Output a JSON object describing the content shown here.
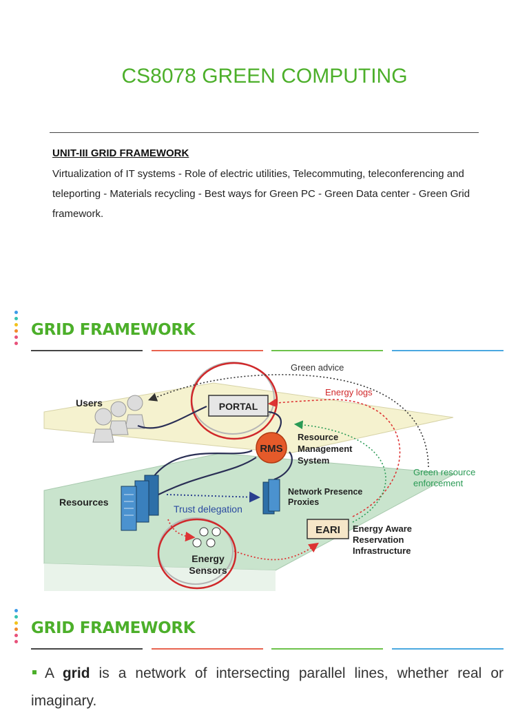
{
  "header": {
    "title": "CS8078 GREEN COMPUTING",
    "unit_heading": "UNIT-III GRID FRAMEWORK",
    "unit_body": "Virtualization of IT systems - Role of electric utilities, Telecommuting, teleconferencing and teleporting - Materials recycling - Best ways for Green PC - Green Data center - Green Grid framework."
  },
  "slide1": {
    "title": "GRID FRAMEWORK",
    "diagram": {
      "users": "Users",
      "portal": "PORTAL",
      "green_advice": "Green advice",
      "energy_logs": "Energy logs",
      "rms": "RMS",
      "rms_line1": "Resource",
      "rms_line2": "Management",
      "rms_line3": "System",
      "green_resource_1": "Green resource",
      "green_resource_2": "enforcement",
      "resources": "Resources",
      "npp_line1": "Network Presence",
      "npp_line2": "Proxies",
      "trust_delegation": "Trust delegation",
      "eari": "EARI",
      "eari_line1": "Energy Aware",
      "eari_line2": "Reservation",
      "eari_line3": "Infrastructure",
      "sensors_line1": "Energy",
      "sensors_line2": "Sensors"
    }
  },
  "slide2": {
    "title": "GRID FRAMEWORK",
    "bullet_prefix": "A ",
    "bullet_bold": "grid",
    "bullet_rest": " is a network of intersecting parallel lines, whether real or imaginary."
  },
  "colors": {
    "accent_green": "#4caf2a",
    "rule_dark": "#444444",
    "rule_red": "#e8624e",
    "rule_green": "#6cc24a",
    "rule_blue": "#4aa8e0",
    "dot_blue": "#3d9be9",
    "dot_teal": "#35c3b0",
    "dot_yellow": "#f2c21b",
    "dot_orange": "#f28a2b",
    "dot_pink": "#e8517a"
  }
}
